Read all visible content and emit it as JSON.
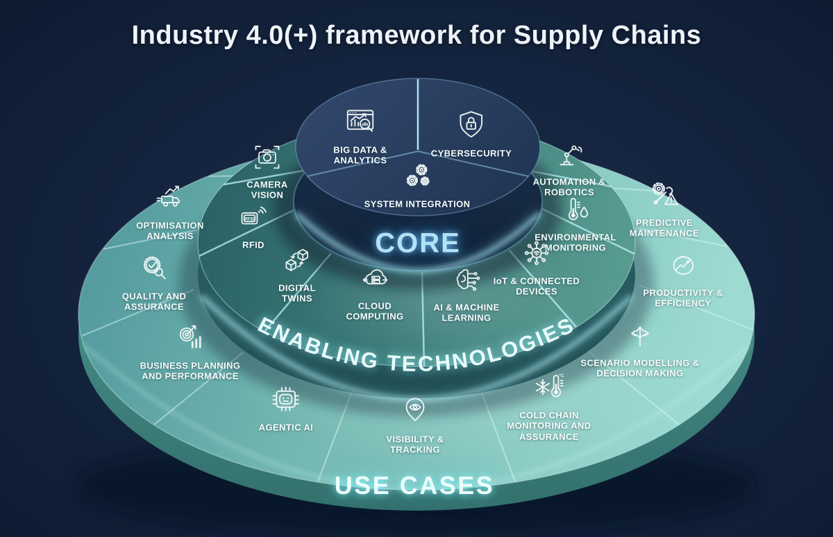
{
  "title": "Industry 4.0(+) framework for Supply Chains",
  "tiers": {
    "core": {
      "label": "CORE",
      "segments": [
        {
          "label": "BIG DATA & ANALYTICS",
          "icon": "analytics-chart-icon"
        },
        {
          "label": "CYBERSECURITY",
          "icon": "shield-lock-icon"
        },
        {
          "label": "SYSTEM INTEGRATION",
          "icon": "gears-icon"
        }
      ]
    },
    "enabling_technologies": {
      "label": "ENABLING TECHNOLOGIES",
      "segments": [
        {
          "label": "CAMERA VISION",
          "icon": "camera-vision-icon"
        },
        {
          "label": "RFID",
          "icon": "rfid-tag-icon"
        },
        {
          "label": "DIGITAL TWINS",
          "icon": "digital-twins-cubes-icon"
        },
        {
          "label": "CLOUD COMPUTING",
          "icon": "cloud-server-icon"
        },
        {
          "label": "AI & MACHINE LEARNING",
          "icon": "ai-brain-circuit-icon"
        },
        {
          "label": "IoT & CONNECTED DEVICES",
          "icon": "iot-network-icon"
        },
        {
          "label": "ENVIRONMENTAL MONITORING",
          "icon": "thermometer-droplet-icon"
        },
        {
          "label": "AUTOMATION & ROBOTICS",
          "icon": "robot-arm-icon"
        }
      ]
    },
    "use_cases": {
      "label": "USE CASES",
      "segments": [
        {
          "label": "OPTIMISATION ANALYSIS",
          "icon": "truck-growth-arrow-icon"
        },
        {
          "label": "QUALITY AND ASSURANCE",
          "icon": "quality-badge-check-icon"
        },
        {
          "label": "BUSINESS PLANNING AND PERFORMANCE",
          "icon": "target-bars-icon"
        },
        {
          "label": "AGENTIC AI",
          "icon": "agentic-ai-chip-icon"
        },
        {
          "label": "VISIBILITY & TRACKING",
          "icon": "location-pin-eye-icon"
        },
        {
          "label": "COLD CHAIN MONITORING AND ASSURANCE",
          "icon": "snowflake-thermometer-icon"
        },
        {
          "label": "SCENARIO MODELLING & DECISION MAKING",
          "icon": "branching-arrows-icon"
        },
        {
          "label": "PRODUCTIVITY & EFFICIENCY",
          "icon": "gauge-trend-icon"
        },
        {
          "label": "PREDICTIVE MAINTENANCE",
          "icon": "gear-wrench-warning-icon"
        }
      ]
    }
  },
  "icon_texts": {
    "rfid": "RFID",
    "degrees": "°C"
  },
  "colors": {
    "background_navy": "#13223c",
    "core_top_navy": "#2b4164",
    "core_side_navy": "#172a43",
    "middle_teal_dark": "#2a6164",
    "middle_teal_light": "#55988f",
    "outer_teal_dark": "#4f969b",
    "outer_teal_light": "#9bd8d2",
    "glow_cyan": "#9ff1f6",
    "core_label_blue": "#b3e2f8",
    "label_white": "#f6fcfb"
  }
}
